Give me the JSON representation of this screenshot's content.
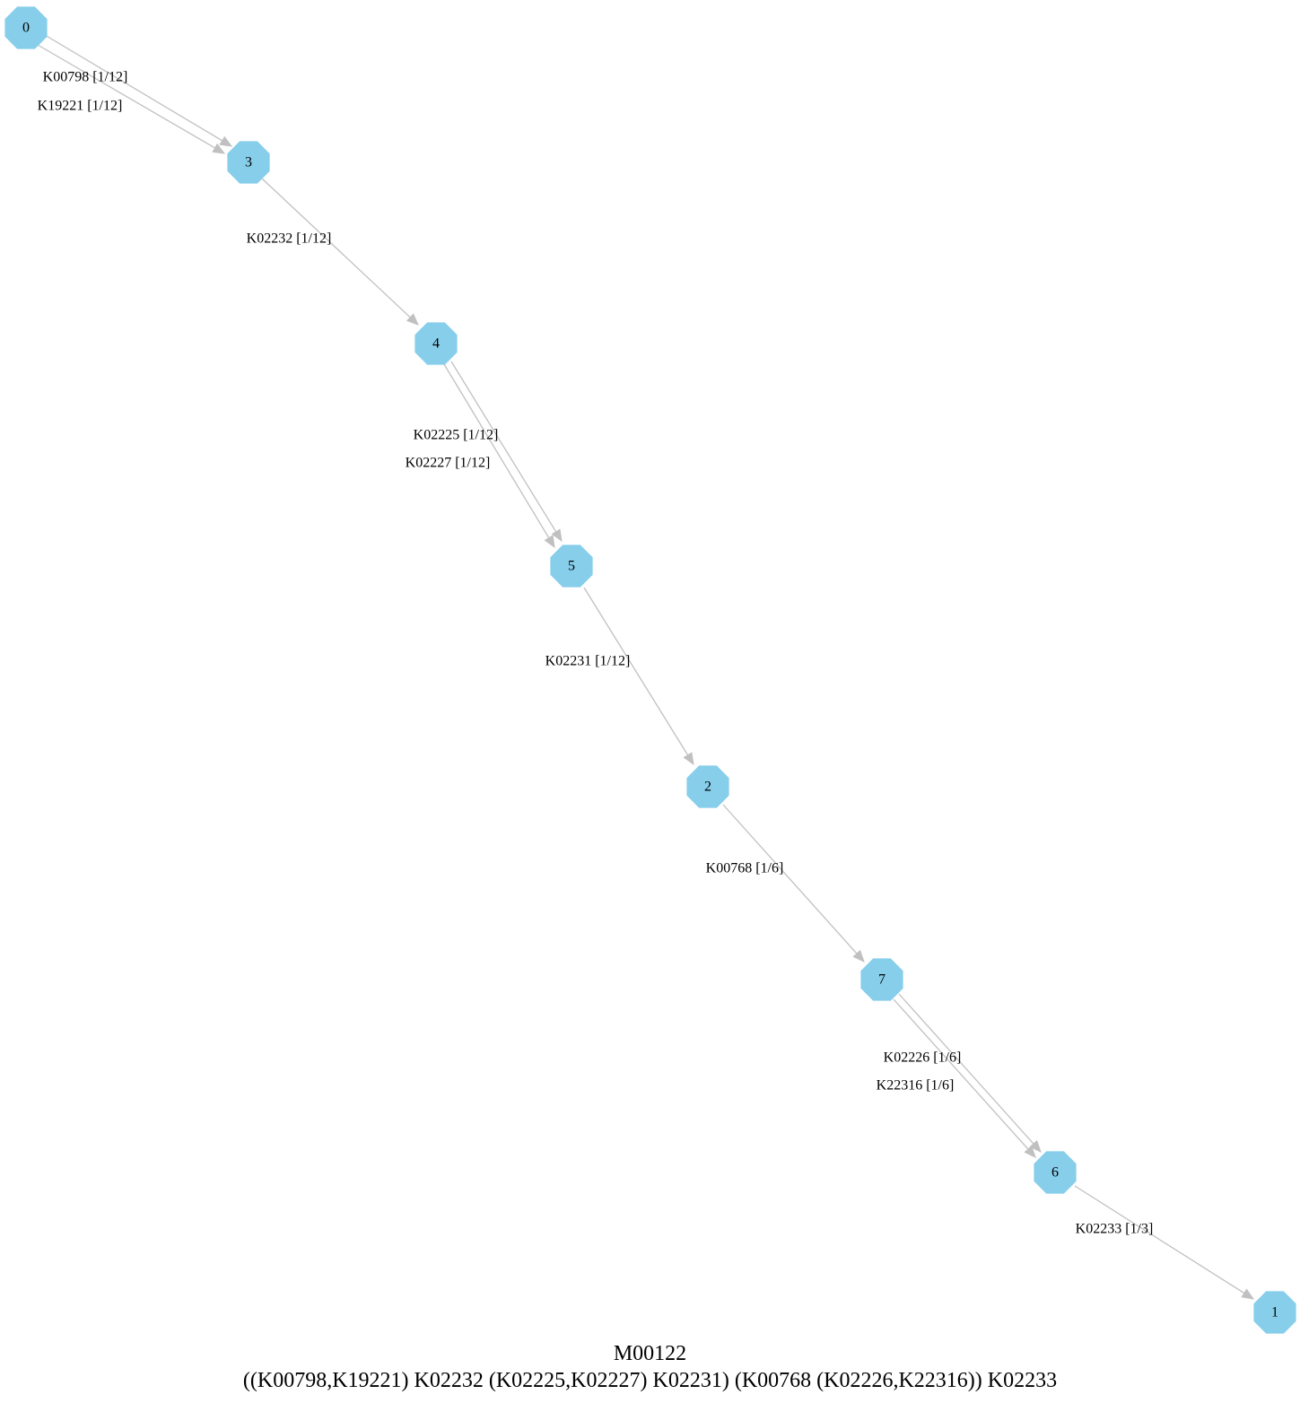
{
  "diagram": {
    "nodes": [
      {
        "id": "0",
        "label": "0"
      },
      {
        "id": "3",
        "label": "3"
      },
      {
        "id": "4",
        "label": "4"
      },
      {
        "id": "5",
        "label": "5"
      },
      {
        "id": "2",
        "label": "2"
      },
      {
        "id": "7",
        "label": "7"
      },
      {
        "id": "6",
        "label": "6"
      },
      {
        "id": "1",
        "label": "1"
      }
    ],
    "edges": [
      {
        "from": "0",
        "to": "3",
        "label": "K00798 [1/12]"
      },
      {
        "from": "0",
        "to": "3",
        "label": "K19221 [1/12]"
      },
      {
        "from": "3",
        "to": "4",
        "label": "K02232 [1/12]"
      },
      {
        "from": "4",
        "to": "5",
        "label": "K02225 [1/12]"
      },
      {
        "from": "4",
        "to": "5",
        "label": "K02227 [1/12]"
      },
      {
        "from": "5",
        "to": "2",
        "label": "K02231 [1/12]"
      },
      {
        "from": "2",
        "to": "7",
        "label": "K00768 [1/6]"
      },
      {
        "from": "7",
        "to": "6",
        "label": "K02226 [1/6]"
      },
      {
        "from": "7",
        "to": "6",
        "label": "K22316 [1/6]"
      },
      {
        "from": "6",
        "to": "1",
        "label": "K02233 [1/3]"
      }
    ],
    "node_color": "#87ceeb",
    "edge_color": "#c0c0c0"
  },
  "caption": {
    "title": "M00122",
    "expression": "((K00798,K19221) K02232 (K02225,K02227) K02231) (K00768 (K02226,K22316)) K02233"
  }
}
